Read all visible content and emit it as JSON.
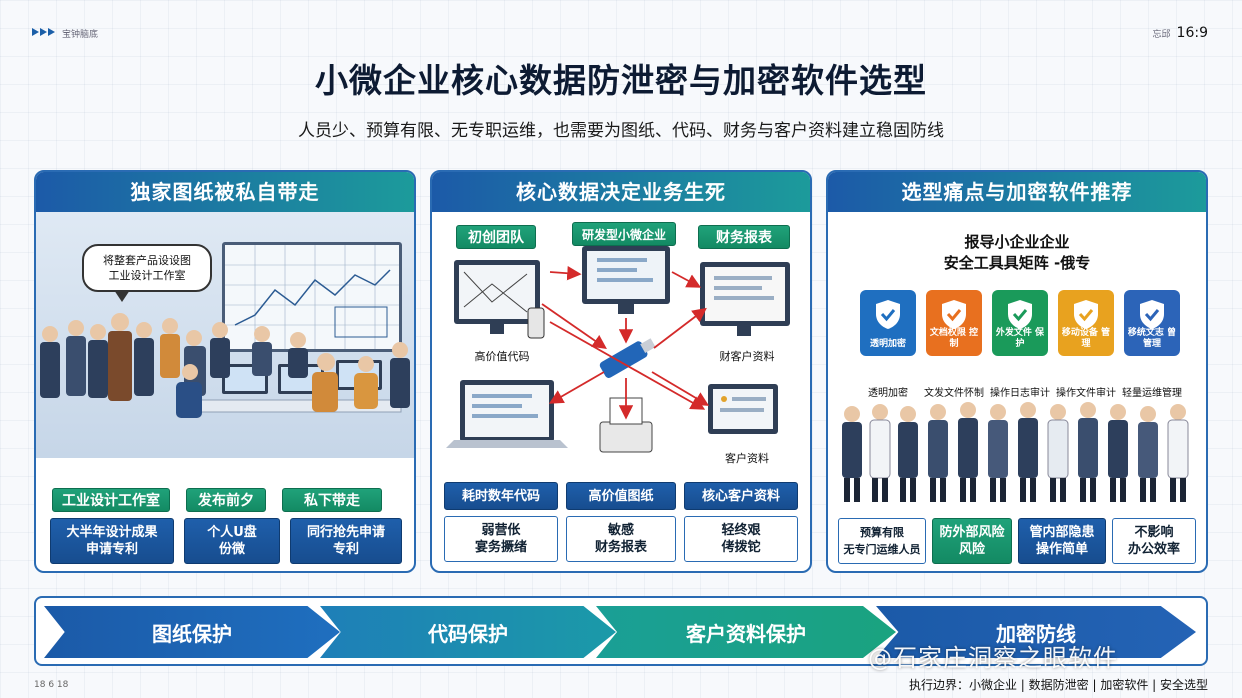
{
  "header": {
    "top_left_text": "宝钟脑底",
    "top_right_text": "忘邱",
    "ratio": "16:9",
    "title": "小微企业核心数据防泄密与加密软件选型",
    "subtitle": "人员少、预算有限、无专职运维，也需要为图纸、代码、财务与客户资料建立稳固防线"
  },
  "panel1": {
    "heading": "独家图纸被私自带走",
    "bubble": [
      "将整套产品设设图",
      "工业设计工作室"
    ],
    "tags": [
      "工业设计工作室",
      "发布前夕",
      "私下带走"
    ],
    "boxes": [
      {
        "line1": "大半年设计成果",
        "line2": "申请专利"
      },
      {
        "line1": "个人U盘",
        "line2": "份微"
      },
      {
        "line1": "同行抢先申请",
        "line2": "专利"
      }
    ]
  },
  "panel2": {
    "heading": "核心数据决定业务生死",
    "tags": [
      "初创团队",
      "研发型小微企业",
      "财务报表"
    ],
    "device_labels": [
      "高价值代码",
      "财客户资料",
      "客户资料"
    ],
    "blue_boxes": [
      "耗时数年代码",
      "高价值图纸",
      "核心客户资料"
    ],
    "white_boxes": [
      {
        "line1": "弱营伥",
        "line2": "宴务撅绪"
      },
      {
        "line1": "敏感",
        "line2": "财务报表"
      },
      {
        "line1": "轻终艰",
        "line2": "侤拨铊"
      }
    ]
  },
  "panel3": {
    "heading": "选型痛点与加密软件推荐",
    "matrix_title": [
      "报导小企业企业",
      "安全工具具矩阵 -俄专"
    ],
    "tiles": [
      {
        "caption": "透明加密",
        "color": "#1f6fc0",
        "label": "透明加密"
      },
      {
        "caption": "文档权限 控制",
        "color": "#e8701f",
        "label": "文发文件怀制"
      },
      {
        "caption": "外发文件 保护",
        "color": "#1a9a5a",
        "label": "操作日志审计"
      },
      {
        "caption": "移动设备 管理",
        "color": "#e8a21f",
        "label": "操作文件审计"
      },
      {
        "caption": "移统文志 曾管理",
        "color": "#2c64b8",
        "label": "轻量运维管理"
      }
    ],
    "bottom_boxes": [
      {
        "line1": "预算有限",
        "line2": "无专门运维人员",
        "style": "white"
      },
      {
        "line1": "防外部风险",
        "line2": "风险",
        "style": "green"
      },
      {
        "line1": "管内部隐患",
        "line2": "操作简单",
        "style": "blue"
      },
      {
        "line1": "不影响",
        "line2": "办公效率",
        "style": "white"
      }
    ]
  },
  "flow": {
    "steps": [
      "图纸保护",
      "代码保护",
      "客户资料保护",
      "加密防线"
    ]
  },
  "watermark": "@石家庄洞察之眼软件",
  "footer": {
    "left": "18 6 18",
    "right": "执行边界：小微企业 | 数据防泄密 | 加密软件 | 安全选型"
  }
}
